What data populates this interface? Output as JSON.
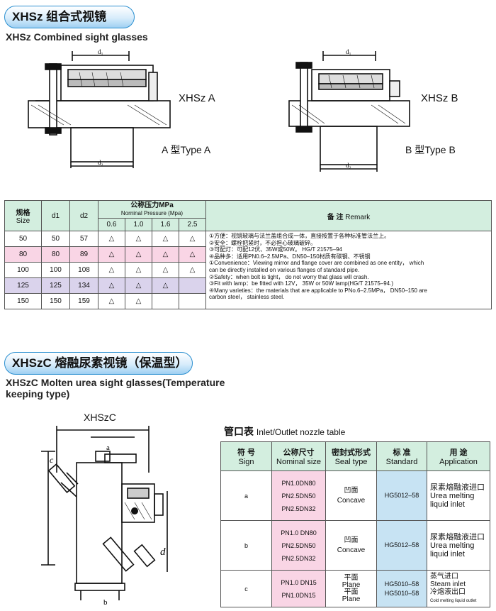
{
  "section1": {
    "title": "XHSz 组合式视镜",
    "subtitle": "XHSz Combined sight glasses",
    "fig_a": {
      "tag": "XHSz A",
      "caption": "A 型Type A",
      "d1": "d₁",
      "d2": "d₂"
    },
    "fig_b": {
      "tag": "XHSz B",
      "caption": "B 型Type B",
      "d1": "d₁",
      "d2": "d₂"
    }
  },
  "table1": {
    "headers": {
      "size_cn": "规格",
      "size_en": "Size",
      "d1": "d1",
      "d2": "d2",
      "pressure_cn": "公称压力MPa",
      "pressure_en": "Norninal Pressure (Mpa)",
      "p1": "0.6",
      "p2": "1.0",
      "p3": "1.6",
      "p4": "2.5",
      "remark_cn": "备      注",
      "remark_en": "Remark"
    },
    "rows": [
      {
        "size": "50",
        "d1": "50",
        "d2": "57",
        "p": [
          "△",
          "△",
          "△",
          "△"
        ]
      },
      {
        "size": "80",
        "d1": "80",
        "d2": "89",
        "p": [
          "△",
          "△",
          "△",
          "△"
        ]
      },
      {
        "size": "100",
        "d1": "100",
        "d2": "108",
        "p": [
          "△",
          "△",
          "△",
          "△"
        ]
      },
      {
        "size": "125",
        "d1": "125",
        "d2": "134",
        "p": [
          "△",
          "△",
          "△",
          ""
        ]
      },
      {
        "size": "150",
        "d1": "150",
        "d2": "159",
        "p": [
          "△",
          "△",
          "",
          ""
        ]
      }
    ],
    "remarks": [
      "①方便：视镜玻璃与法兰盖组合成一体，直接按置于各种标准管法兰上。",
      "②安全：螺栓把紧时，不必担心玻璃破碎。",
      "③可配灯：可配12伏、35W或50W。 HG/T 21575–94",
      "④品种多：适用PN0.6–2.5MPa、DN50–150材质有碳钢、不锈钢",
      "①Convenience：Viewing mirror and flange cover are combined as one entity， which",
      "    can be directly installed on various flanges of standard pipe.",
      "②Safety：when bolt is tight， do not worry that glass will crash.",
      "③Fit with lamp：be fitted with 12V， 35W or 50W lamp(HG/T 21575–94.)",
      "④Many varieties：the materials that are applicable to PNo.6–2.5MPa， DN50–150 are",
      "    carbon steel， stainless steel."
    ]
  },
  "section2": {
    "title": "XHSzC 熔融尿素视镜（保温型）",
    "subtitle_line1": "XHSzC Molten urea sight glasses(Temperature",
    "subtitle_line2": "keeping type)",
    "fig_tag": "XHSzC",
    "marks": {
      "a": "a",
      "b": "b",
      "c": "c",
      "d": "d"
    }
  },
  "table2": {
    "title_cn": "管口表",
    "title_en": "Inlet/Outlet nozzle table",
    "headers": [
      {
        "cn": "符  号",
        "en": "Sign"
      },
      {
        "cn": "公称尺寸",
        "en": "Nominal size"
      },
      {
        "cn": "密封式形式",
        "en": "Seal type"
      },
      {
        "cn": "标    准",
        "en": "Standard"
      },
      {
        "cn": "用    途",
        "en": "Application"
      }
    ],
    "rows": [
      {
        "sign": "a",
        "sizes": [
          "PN1.0DN80",
          "PN2.5DN50",
          "PN2.5DN32"
        ],
        "seal_cn": "凹面",
        "seal_en": "Concave",
        "standard": "HG5012–58",
        "app_cn": "尿素熔融液进口",
        "app_en1": "Urea melting",
        "app_en2": "liquid inlet"
      },
      {
        "sign": "b",
        "sizes": [
          "PN1.0 DN80",
          "PN2.5DN50",
          "PN2.5DN32"
        ],
        "seal_cn": "凹面",
        "seal_en": "Concave",
        "standard": "HG5012–58",
        "app_cn": "尿素熔融液进口",
        "app_en1": "Urea melting",
        "app_en2": "liquid inlet"
      },
      {
        "sign": "c",
        "sizes": [
          "PN1.0 DN15",
          "PN1.0DN15"
        ],
        "seal_cn": "平面",
        "seal_en": "Plane",
        "seal_cn2": "平面",
        "seal_en2": "Plane",
        "standard": "HG5010–58",
        "standard2": "HG5010–58",
        "app_cn": "蒸气进口",
        "app_en1": "Steam inlet",
        "app_cn2": "冷熔液出口",
        "app_en2": "Cold melting liquid outlet"
      }
    ]
  },
  "colors": {
    "title_pill": "#9fd0f2",
    "table_header": "#d3eedf",
    "pink_row": "#f9d5e5",
    "lavender_row": "#dad3ec",
    "standard_cell": "#c7e3f3"
  }
}
